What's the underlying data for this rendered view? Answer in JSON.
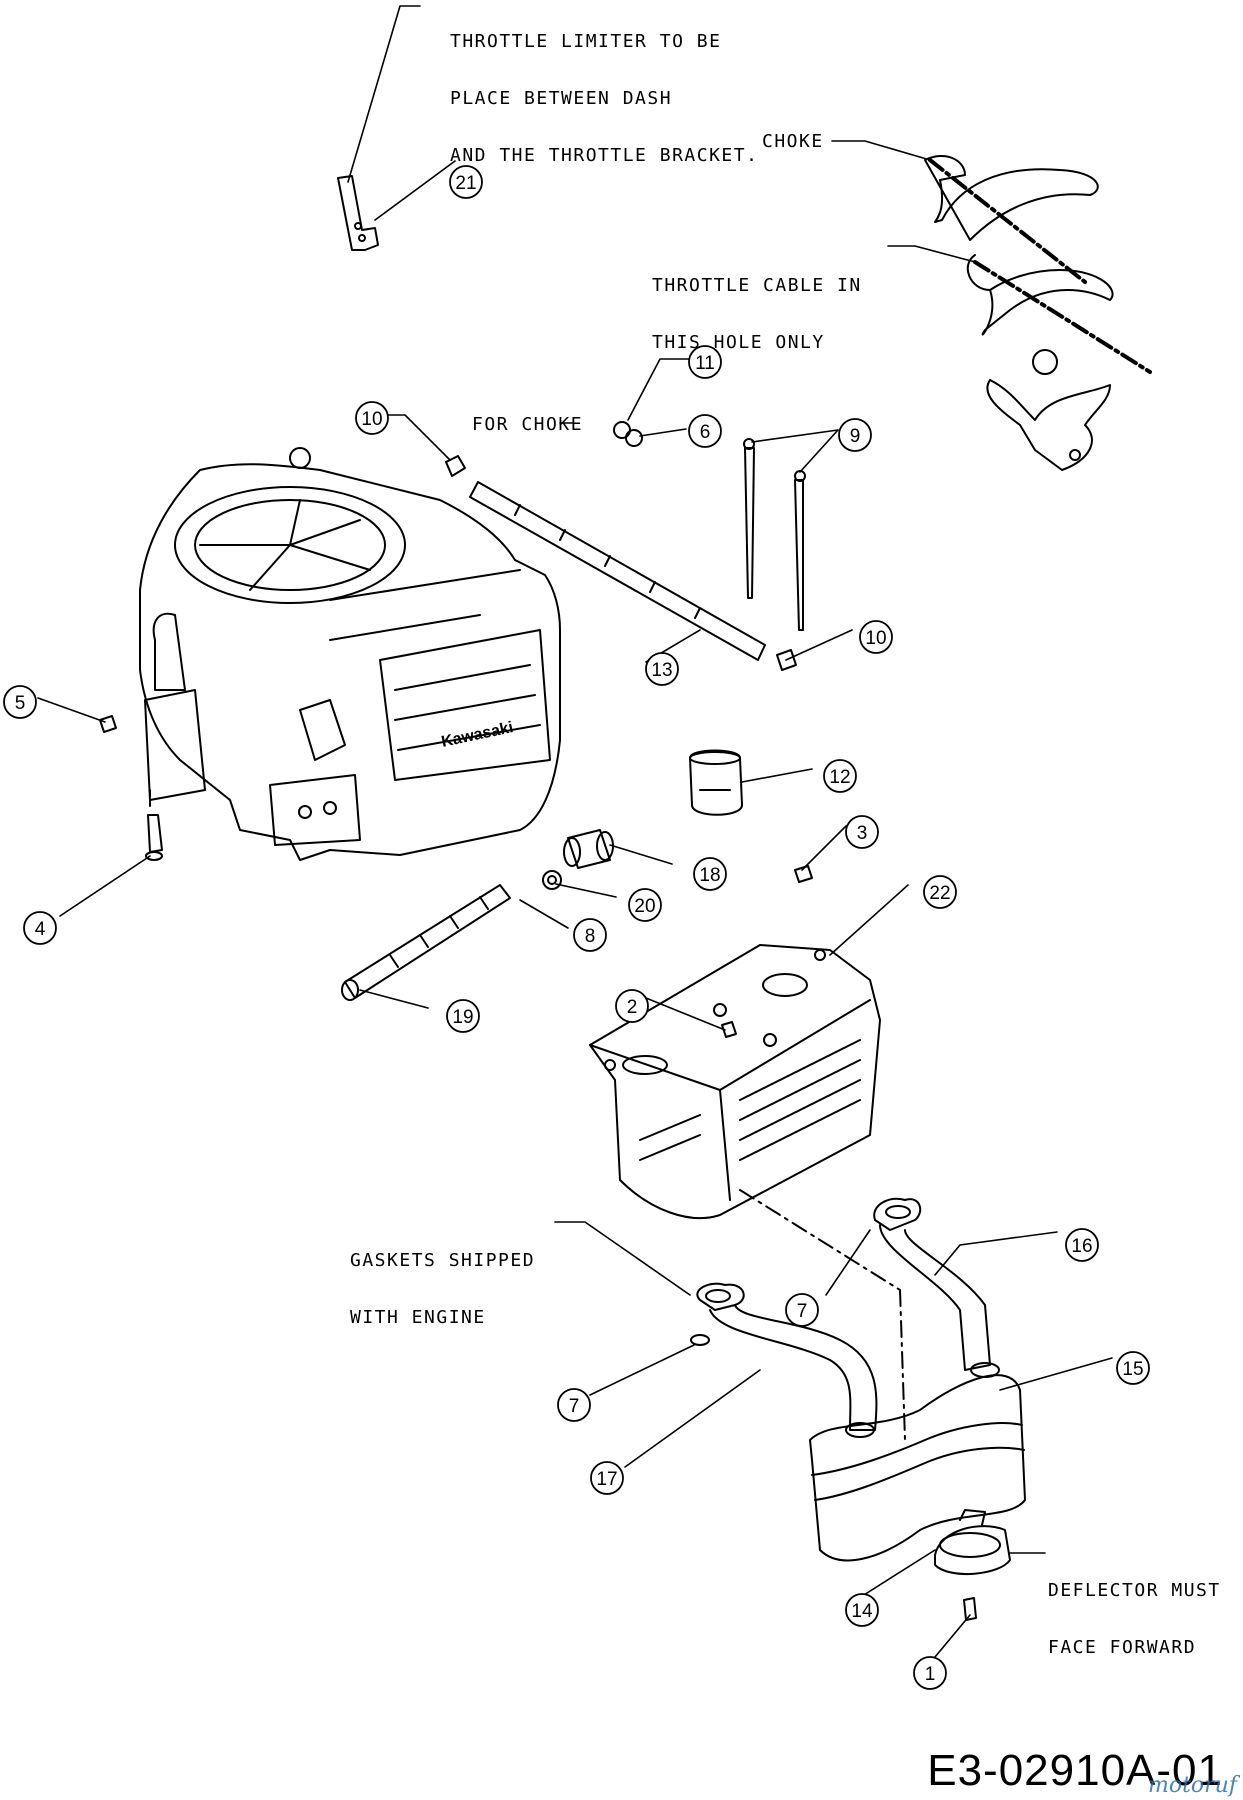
{
  "notes": {
    "throttle_limiter": [
      "THROTTLE LIMITER TO BE",
      "PLACE BETWEEN DASH",
      "AND THE THROTTLE BRACKET."
    ],
    "choke": "CHOKE",
    "throttle_cable": [
      "THROTTLE CABLE IN",
      "THIS HOLE ONLY"
    ],
    "for_choke": "FOR CHOKE",
    "gaskets": [
      "GASKETS SHIPPED",
      "WITH ENGINE"
    ],
    "deflector": [
      "DEFLECTOR MUST",
      "FACE FORWARD"
    ]
  },
  "callouts": [
    "21",
    "11",
    "6",
    "10",
    "9",
    "13",
    "10",
    "5",
    "12",
    "4",
    "3",
    "18",
    "20",
    "22",
    "8",
    "19",
    "2",
    "16",
    "7",
    "15",
    "7",
    "17",
    "14",
    "1"
  ],
  "engine_brand": "Kawasaki",
  "drawing_number": "E3-02910A-01",
  "watermark": "motoruf"
}
